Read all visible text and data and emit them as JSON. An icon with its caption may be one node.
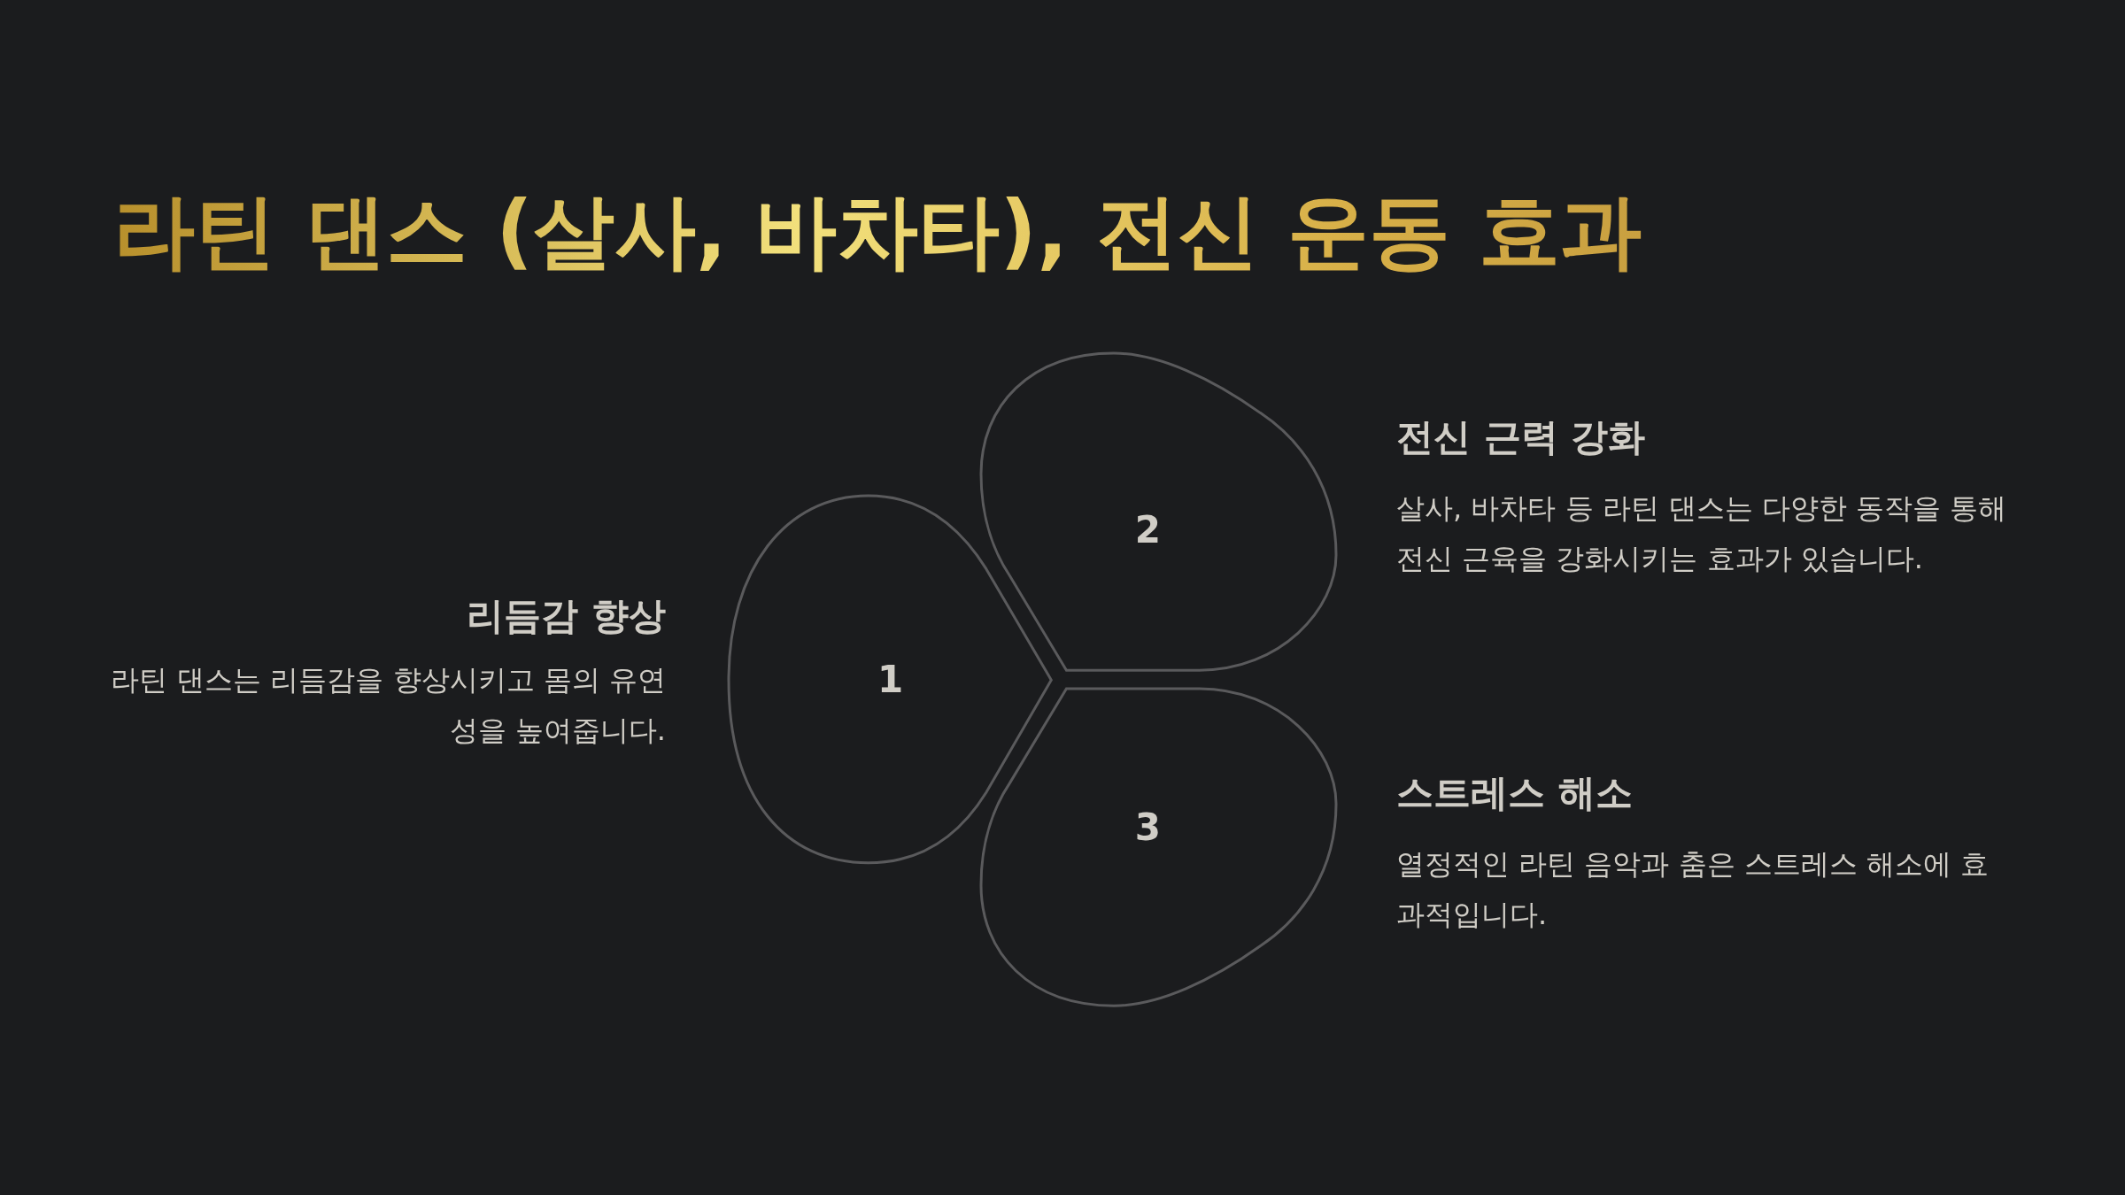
{
  "diagram": {
    "title": "라틴 댄스 (살사, 바차타), 전신 운동 효과",
    "nodes": [
      {
        "text": [
          "1"
        ],
        "beside": [
          "리듬감 향상",
          "라틴 댄스는 리듬감을 향상시키고 몸의 유연성을 높여줍니다."
        ]
      },
      {
        "text": [
          "2"
        ],
        "beside": [
          "전신 근력 강화",
          "살사, 바차타 등 라틴 댄스는 다양한 동작을 통해 전신 근육을 강화시키는 효과가 있습니다."
        ]
      },
      {
        "text": [
          "3"
        ],
        "beside": [
          "스트레스 해소",
          "열정적인 라틴 음악과 춤은 스트레스 해소에 효과적입니다."
        ]
      }
    ]
  }
}
